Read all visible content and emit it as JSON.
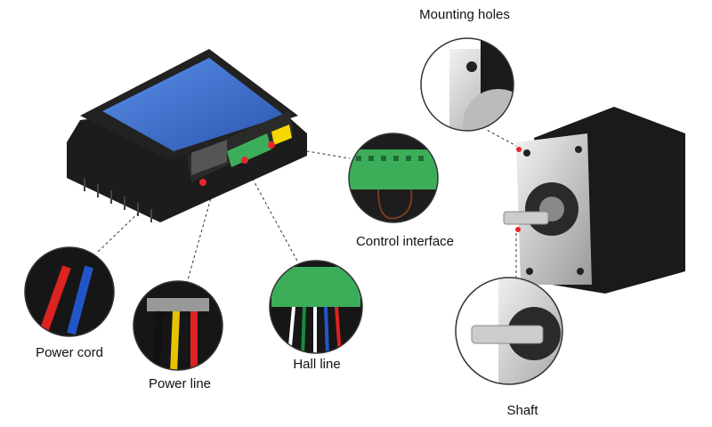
{
  "labels": {
    "mounting_holes": "Mounting holes",
    "control_interface": "Control interface",
    "power_cord": "Power cord",
    "power_line": "Power line",
    "hall_line": "Hall line",
    "shaft": "Shaft"
  },
  "colors": {
    "accent_dot": "#e8262b",
    "driver_panel": "#3a6fd0",
    "terminal_green": "#3cae5a"
  }
}
